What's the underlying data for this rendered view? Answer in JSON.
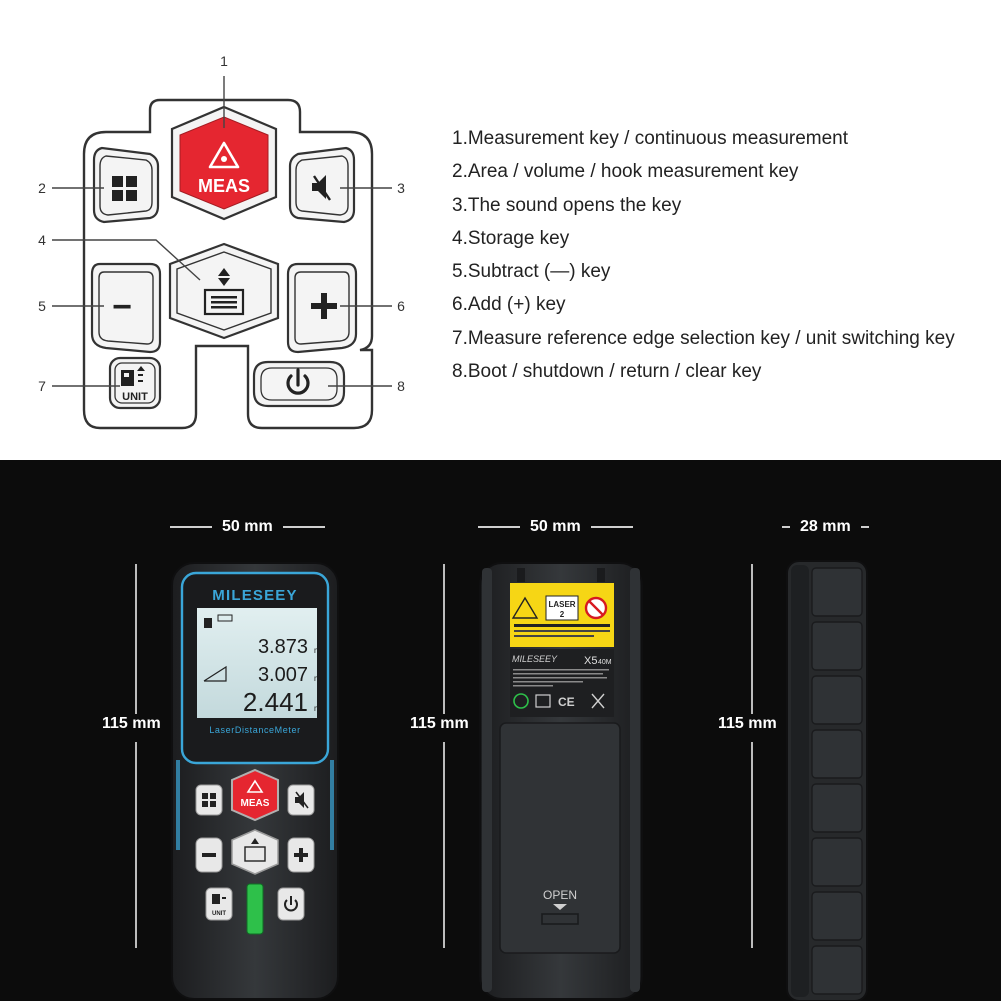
{
  "keypad": {
    "callouts": [
      "1",
      "2",
      "3",
      "4",
      "5",
      "6",
      "7",
      "8"
    ],
    "meas_label": "MEAS",
    "unit_label": "UNIT",
    "minus_symbol": "−",
    "plus_symbol": "+"
  },
  "descriptions": [
    "1.Measurement key / continuous measurement",
    "2.Area / volume / hook measurement key",
    "3.The sound opens the key",
    "4.Storage key",
    "5.Subtract (—) key",
    "6.Add (+) key",
    "7.Measure reference edge selection key / unit switching key",
    "8.Boot / shutdown / return / clear key"
  ],
  "dimensions": {
    "front_width": "50 mm",
    "back_width": "50 mm",
    "side_width": "28 mm",
    "front_height": "115 mm",
    "back_height": "115 mm",
    "side_height": "115 mm"
  },
  "front": {
    "brand": "MILESEEY",
    "reading_1": "3.873",
    "reading_2": "3.007",
    "reading_3": "2.441",
    "unit": "m",
    "model_text": "LaserDistanceMeter",
    "meas_label": "MEAS",
    "unit_label": "UNIT"
  },
  "back": {
    "laser_label": "LASER",
    "laser_class": "2",
    "brand_script": "MILESEEY",
    "model": "X5",
    "model_range": "40M",
    "open_label": "OPEN"
  },
  "colors": {
    "accent_red": "#e52630",
    "accent_blue": "#3aa6d8",
    "body_dark": "#2a2c2e",
    "lcd": "#d4e6e8"
  }
}
